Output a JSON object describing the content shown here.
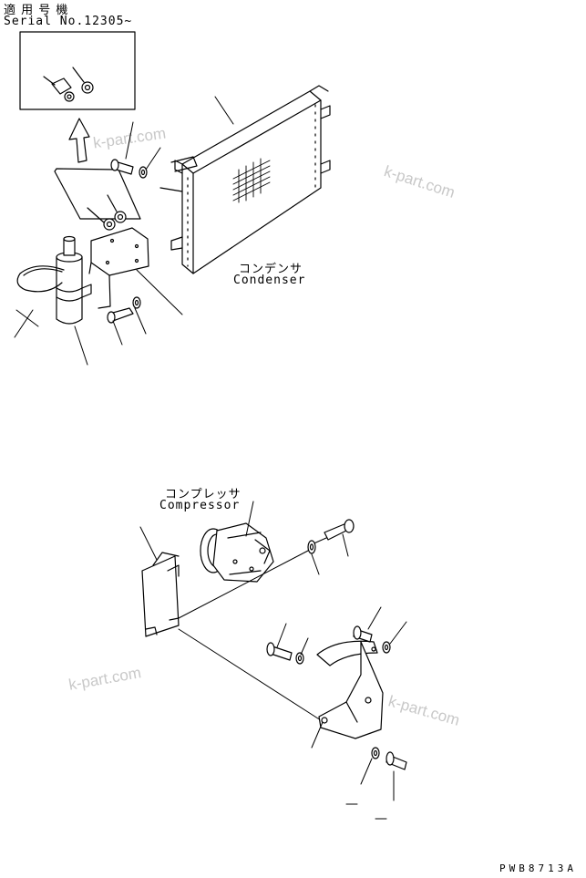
{
  "header": {
    "applicable_label": "適 用 号 機",
    "serial_label": "Serial No.12305~"
  },
  "condenser": {
    "label_jp": "コンデンサ",
    "label_en": "Condenser"
  },
  "compressor": {
    "label_jp": "コンプレッサ",
    "label_en": "Compressor"
  },
  "watermarks": [
    "k-part.com",
    "k-part.com",
    "k-part.com",
    "k-part.com"
  ],
  "figure_code": "PWB8713A",
  "colors": {
    "line": "#000000",
    "watermark": "#c8c8c8",
    "background": "#ffffff"
  }
}
